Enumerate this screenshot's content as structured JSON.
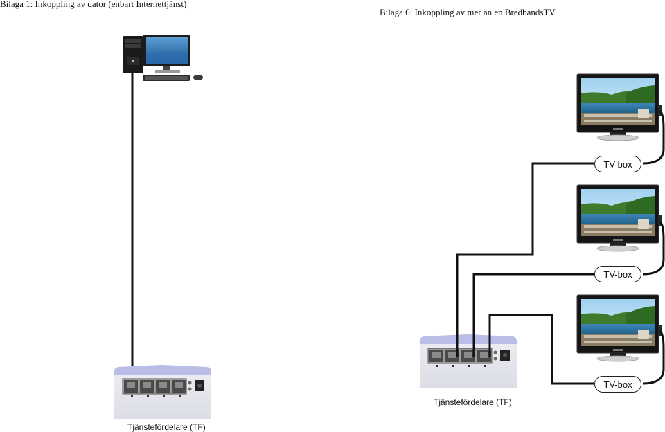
{
  "captions": {
    "left": "Bilaga 1: Inkoppling av dator (enbart Internettjänst)",
    "right": "Bilaga 6: Inkoppling av mer än en BredbandsTV"
  },
  "labels": {
    "tf_left": "Tjänstefördelare (TF)",
    "tf_right": "Tjänstefördelare (TF)",
    "tvbox_1": "TV-box",
    "tvbox_2": "TV-box",
    "tvbox_3": "TV-box"
  },
  "icons": {
    "computer": "desktop-computer-icon",
    "tv": "flat-tv-icon",
    "switch": "network-switch-icon"
  },
  "colors": {
    "cable": "#111111",
    "device_body": "#e8e9ef",
    "device_top": "#b9bde8",
    "ports": "#4a4a4a"
  }
}
